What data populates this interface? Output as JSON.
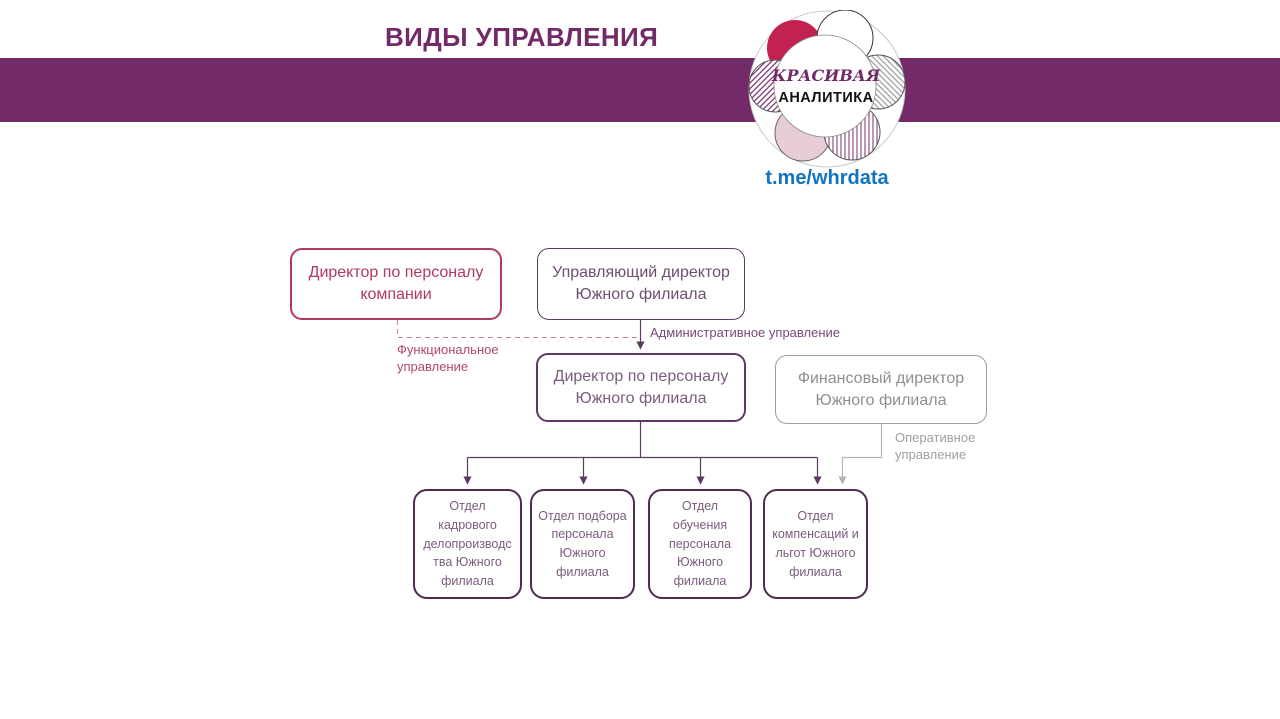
{
  "slide": {
    "title": "ВИДЫ УПРАВЛЕНИЯ"
  },
  "branding": {
    "logo_top": "КРАСИВАЯ",
    "logo_bottom": "АНАЛИТИКА",
    "telegram": "t.me/whrdata"
  },
  "colors": {
    "band_purple": "#722a68",
    "crimson": "#b13a5f",
    "purple": "#5d3a62",
    "dark_purple": "#4f2b50",
    "gray": "#8f8f8f",
    "link_blue": "#1173c2"
  },
  "org_chart": {
    "nodes": [
      {
        "id": "director-hr-company",
        "label": "Директор по персоналу компании",
        "style": "crimson"
      },
      {
        "id": "managing-director-south",
        "label": "Управляющий директор Южного филиала",
        "style": "purple"
      },
      {
        "id": "hr-director-south",
        "label": "Директор по персоналу Южного филиала",
        "style": "purple"
      },
      {
        "id": "finance-director-south",
        "label": "Финансовый директор Южного филиала",
        "style": "gray"
      },
      {
        "id": "dept-hr-records",
        "label": "Отдел кадрового делопроизводства Южного филиала",
        "style": "purple"
      },
      {
        "id": "dept-recruitment",
        "label": "Отдел подбора персонала Южного филиала",
        "style": "purple"
      },
      {
        "id": "dept-training",
        "label": "Отдел обучения персонала Южного филиала",
        "style": "purple"
      },
      {
        "id": "dept-compensation",
        "label": "Отдел компенсаций и льгот Южного филиала",
        "style": "purple"
      }
    ],
    "edge_labels": {
      "functional": "Функциональное управление",
      "administrative": "Административное управление",
      "operative": "Оперативное управление"
    }
  }
}
